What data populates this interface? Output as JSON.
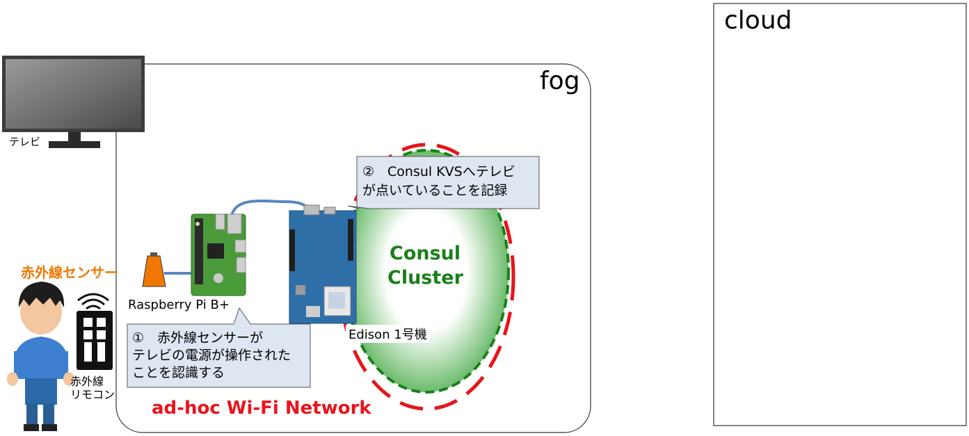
{
  "regions": {
    "fog_label": "fog",
    "cloud_label": "cloud"
  },
  "devices": {
    "tv_label": "テレビ",
    "raspberry_label": "Raspberry Pi B+",
    "edison_label": "Edison 1号機",
    "remote_label_line1": "赤外線",
    "remote_label_line2": "リモコン",
    "sensor_label": "赤外線センサー"
  },
  "cluster": {
    "line1": "Consul",
    "line2": "Cluster"
  },
  "network_label": "ad-hoc Wi-Fi Network",
  "callouts": {
    "step1": {
      "line1": "①　赤外線センサーが",
      "line2": "テレビの電源が操作された",
      "line3": "ことを認識する"
    },
    "step2": {
      "line1": "②　Consul KVSへテレビ",
      "line2": "が点いていることを記録"
    }
  },
  "colors": {
    "network_red": "#e8141b",
    "cluster_green": "#1a7f1a",
    "sensor_orange": "#f07800",
    "callout_fill": "#dde6f1",
    "board_blue": "#2f6fa8",
    "board_green": "#4a9a3a"
  }
}
